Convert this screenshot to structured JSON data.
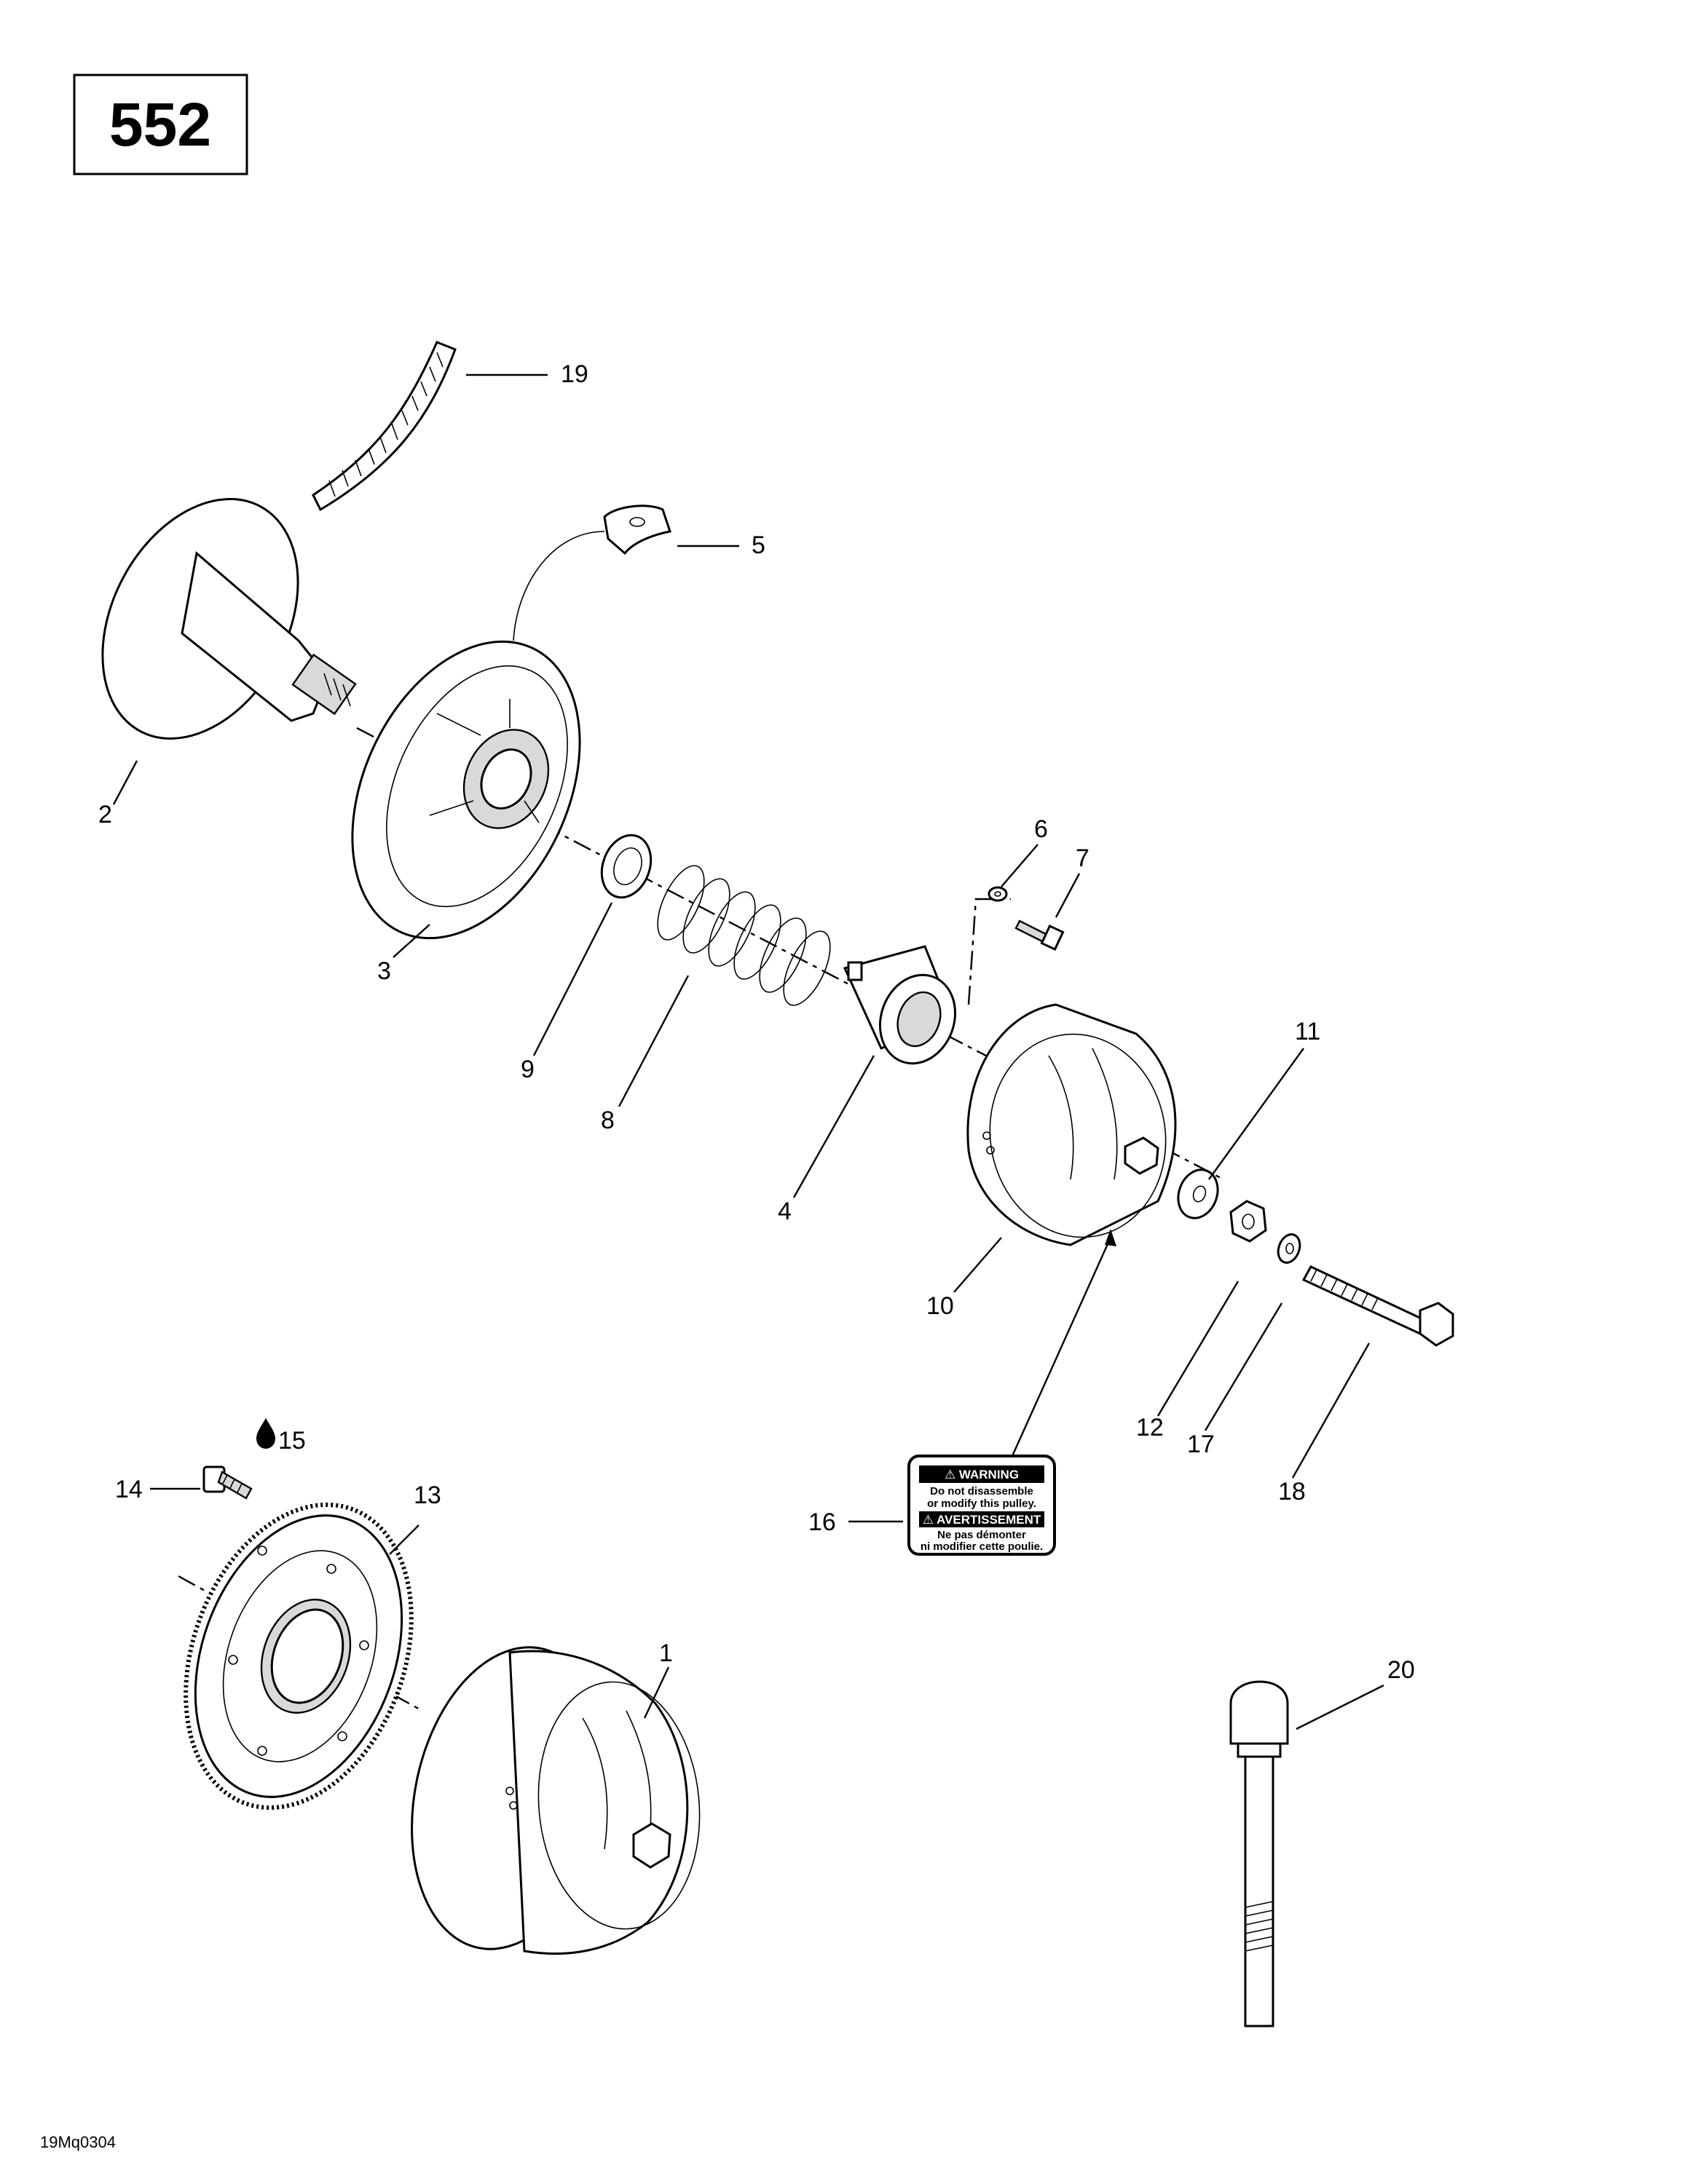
{
  "page_number": "552",
  "drawing_code": "19Mq0304",
  "callouts": [
    {
      "id": "1",
      "text": "1"
    },
    {
      "id": "2",
      "text": "2"
    },
    {
      "id": "3",
      "text": "3"
    },
    {
      "id": "4",
      "text": "4"
    },
    {
      "id": "5",
      "text": "5"
    },
    {
      "id": "6",
      "text": "6"
    },
    {
      "id": "7",
      "text": "7"
    },
    {
      "id": "8",
      "text": "8"
    },
    {
      "id": "9",
      "text": "9"
    },
    {
      "id": "10",
      "text": "10"
    },
    {
      "id": "11",
      "text": "11"
    },
    {
      "id": "12",
      "text": "12"
    },
    {
      "id": "13",
      "text": "13"
    },
    {
      "id": "14",
      "text": "14"
    },
    {
      "id": "15",
      "text": "15"
    },
    {
      "id": "16",
      "text": "16"
    },
    {
      "id": "17",
      "text": "17"
    },
    {
      "id": "18",
      "text": "18"
    },
    {
      "id": "19",
      "text": "19"
    },
    {
      "id": "20",
      "text": "20"
    }
  ],
  "decal": {
    "line1": "⚠ WARNING",
    "line2": "Do not disassemble",
    "line3": "or modify this pulley.",
    "line4": "⚠ AVERTISSEMENT",
    "line5": "Ne pas démonter",
    "line6": "ni modifier cette poulie."
  },
  "icons": {
    "item15": "oil-drop-icon"
  }
}
